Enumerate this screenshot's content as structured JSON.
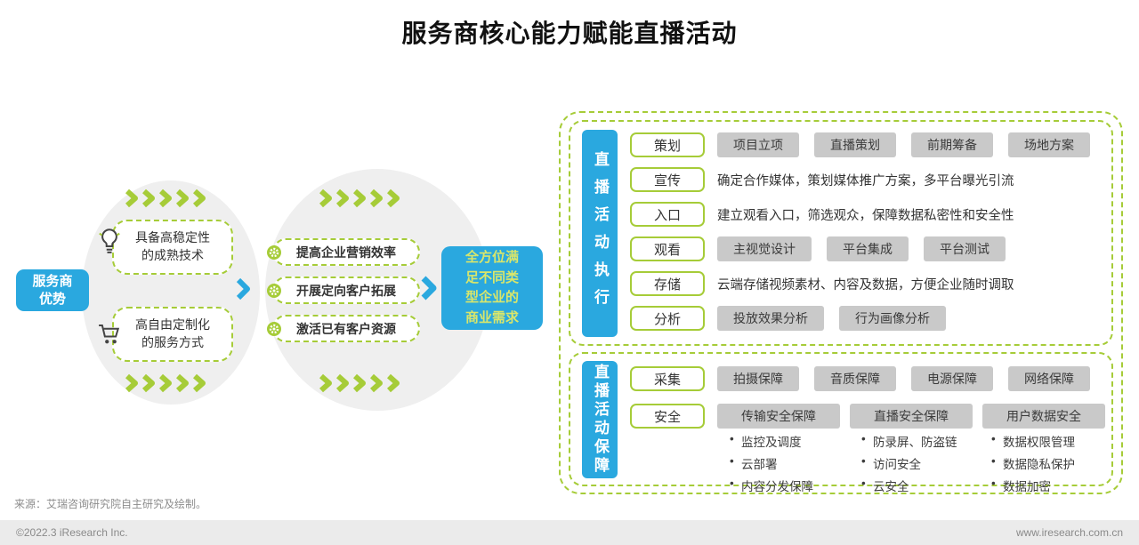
{
  "title": "服务商核心能力赋能直播活动",
  "provider": {
    "label": "服务商优势",
    "advantages": [
      {
        "icon": "lightbulb-icon",
        "text": "具备高稳定性的成熟技术"
      },
      {
        "icon": "cart-icon",
        "text": "高自由定制化的服务方式"
      }
    ]
  },
  "benefits": [
    "提高企业营销效率",
    "开展定向客户拓展",
    "激活已有客户资源"
  ],
  "outcome": "全方位满足不同类型企业的商业需求",
  "execution": {
    "tab": "直播活动执行",
    "rows": [
      {
        "label": "策划",
        "items": [
          "项目立项",
          "直播策划",
          "前期筹备",
          "场地方案"
        ]
      },
      {
        "label": "宣传",
        "text": "确定合作媒体，策划媒体推广方案，多平台曝光引流"
      },
      {
        "label": "入口",
        "text": "建立观看入口，筛选观众，保障数据私密性和安全性"
      },
      {
        "label": "观看",
        "items": [
          "主视觉设计",
          "平台集成",
          "平台测试"
        ]
      },
      {
        "label": "存储",
        "text": "云端存储视频素材、内容及数据，方便企业随时调取"
      },
      {
        "label": "分析",
        "items": [
          "投放效果分析",
          "行为画像分析"
        ]
      }
    ]
  },
  "guarantee": {
    "tab": "直播活动保障",
    "rows": [
      {
        "label": "采集",
        "items": [
          "拍摄保障",
          "音质保障",
          "电源保障",
          "网络保障"
        ]
      },
      {
        "label": "安全",
        "items": [
          "传输安全保障",
          "直播安全保障",
          "用户数据安全"
        ]
      }
    ],
    "bullets": [
      [
        "监控及调度",
        "云部署",
        "内容分发保障"
      ],
      [
        "防录屏、防盗链",
        "访问安全",
        "云安全"
      ],
      [
        "数据权限管理",
        "数据隐私保护",
        "数据加密"
      ]
    ]
  },
  "icons": {
    "advantage_markers": [
      "lightbulb-icon",
      "cart-icon"
    ],
    "benefit_marker": "gear-icon",
    "flow_arrow": "chevron-right-icon",
    "flow_decoration": "chevron-train-icon"
  },
  "colors": {
    "green": "#a6cc38",
    "blue": "#2aa8df",
    "chip_gray": "#c9c9c9",
    "outcome_text": "#d9e66b"
  },
  "source": "来源：艾瑞咨询研究院自主研究及绘制。",
  "footer": {
    "copyright": "©2022.3 iResearch Inc.",
    "website": "www.iresearch.com.cn"
  }
}
